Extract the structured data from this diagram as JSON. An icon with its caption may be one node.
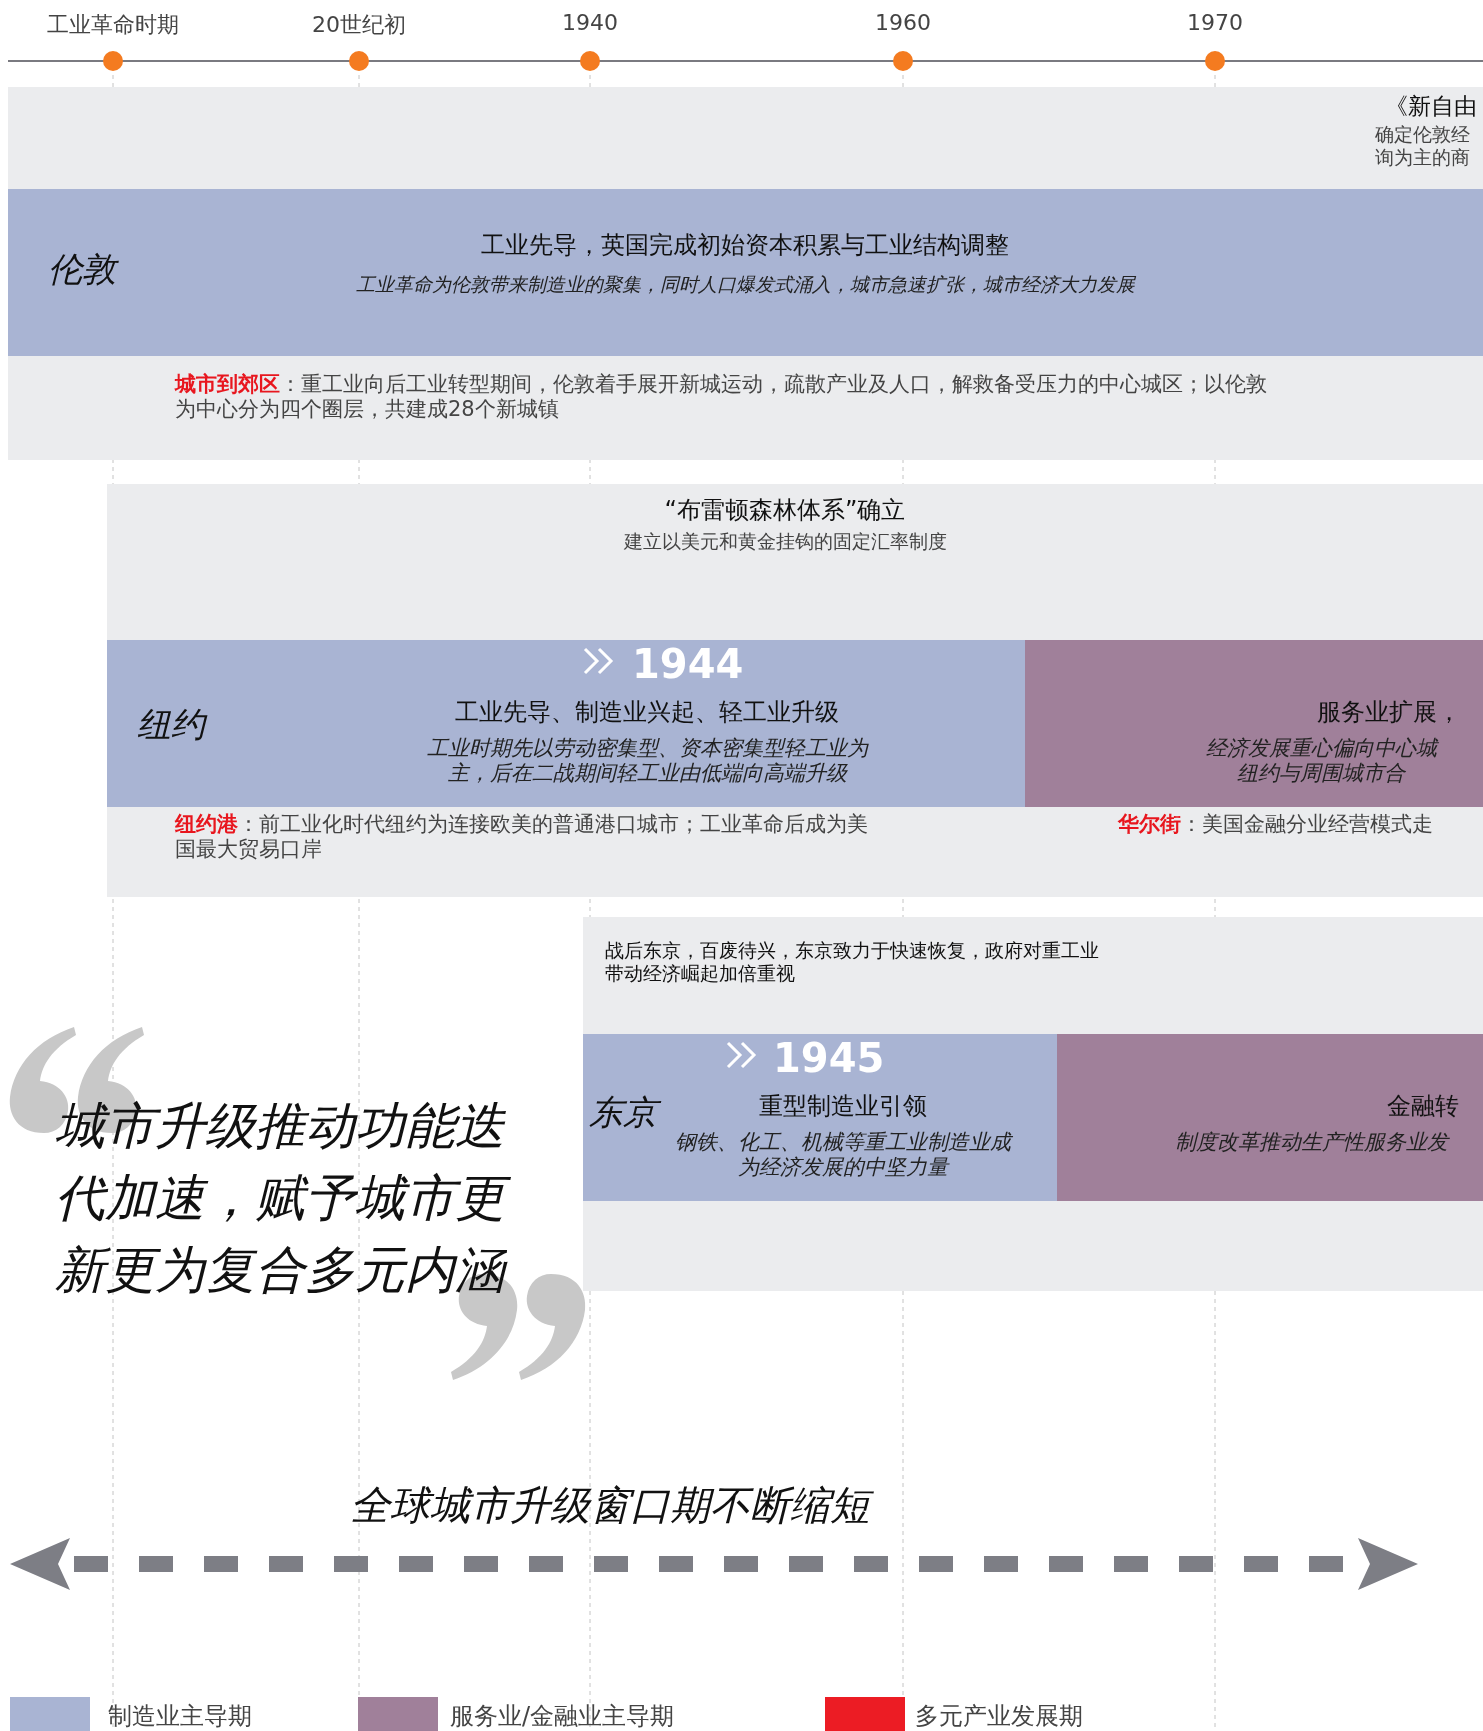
{
  "diagram": {
    "nodes": [
      {
        "text": [
          "《新自由",
          "确定伦敦经询为主的商",
          "**城市到郊区**：重工业向后工业转型期间，伦敦着手展开新城运动，疏散产业及人口，解救备受压力的中心城区；以伦敦为中心分为四个圈层，共建成28个新城镇"
        ]
      },
      {
        "text": [
          "伦敦",
          "工业先导，英国完成初始资本积累与工业结构调整",
          "工业革命为伦敦带来制造业的聚集，同时人口爆发式涌入，城市急速扩张，城市经济大力发展"
        ],
        "in": 0
      },
      {
        "text": [
          "“布雷顿森林体系”确立",
          "建立以美元和黄金挂钩的固定汇率制度",
          "**纽约港**：前工业化时代纽约为连接欧美的普通港口城市；工业革命后成为美国最大贸易口岸",
          "**华尔街**：美国金融分业经营模式走"
        ]
      },
      {
        "text": [
          "纽约",
          "1944",
          "工业先导、制造业兴起、轻工业升级",
          "工业时期先以劳动密集型、资本密集型轻工业为主，后在二战期间轻工业由低端向高端升级"
        ],
        "in": 2
      },
      {
        "text": [
          "服务业扩展，",
          "经济发展重心偏向中心城纽约与周围城市合"
        ],
        "in": 2
      },
      {
        "text": [
          "战后东京，百废待兴，东京致力于快速恢复，政府对重工业带动经济崛起加倍重视"
        ]
      },
      {
        "text": [
          "东京",
          "1945",
          "重型制造业引领",
          "钢铁、化工、机械等重工业制造业成为经济发展的中坚力量"
        ],
        "in": 5
      },
      {
        "text": [
          "金融转",
          "制度改革推动生产性服务业发"
        ],
        "in": 5
      }
    ],
    "labels": [
      "工业革命时期",
      "20世纪初",
      "1940",
      "1960",
      "1970",
      "城市升级推动功能迭代加速，赋予城市更新更为复合多元内涵",
      "全球城市升级窗口期不断缩短"
    ],
    "legend": [
      {
        "text": "制造业主导期",
        "color": "#a9b4d3"
      },
      {
        "text": "服务业/金融业主导期",
        "color": "#a0809a"
      },
      {
        "text": "多元产业发展期",
        "color": "#ec1c24"
      }
    ]
  }
}
